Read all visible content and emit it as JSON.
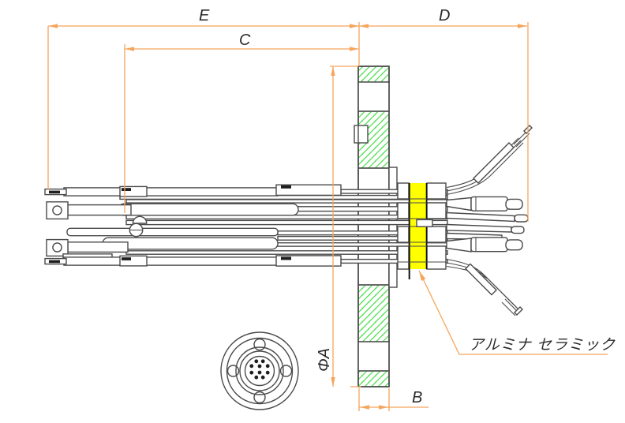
{
  "drawing": {
    "dimension_labels": {
      "e": "E",
      "c": "C",
      "d": "D",
      "b": "B",
      "phi_a": "ΦA"
    },
    "callouts": {
      "ceramic_material": "アルミナ セラミック"
    },
    "colors": {
      "dimension-line": "#F5A55C",
      "outline": "#4A4A4A",
      "hatch-green": "#4ADE4A",
      "ceramic-highlight": "#FFFF00",
      "dark-detail": "#1F1F1F"
    },
    "front_view": {
      "bolt_hole_count": 4,
      "pin_count": 10
    }
  }
}
